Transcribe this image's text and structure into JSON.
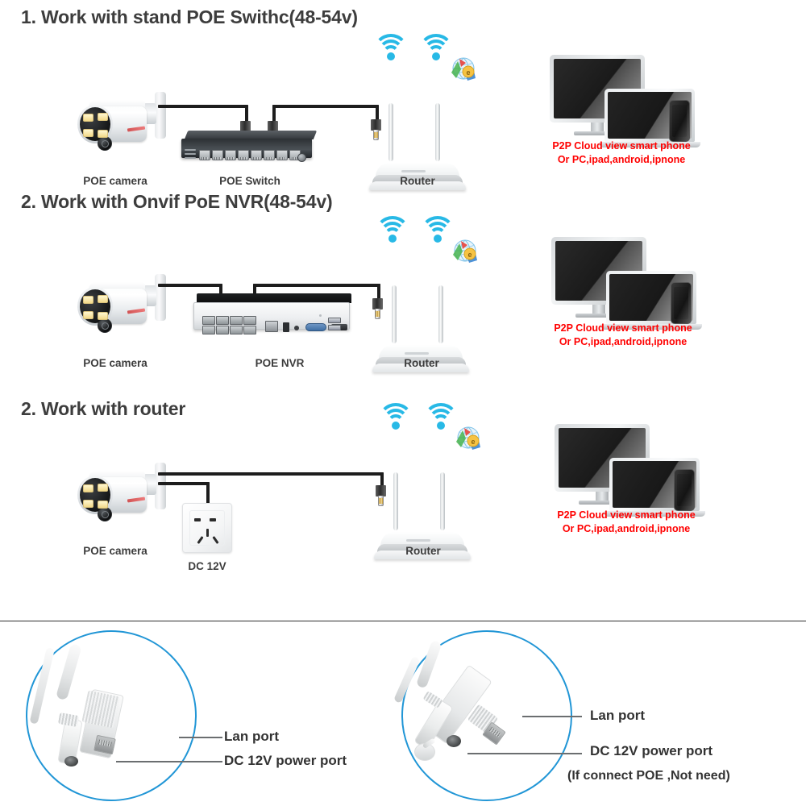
{
  "sections": [
    {
      "heading": "1. Work with stand POE Swithc(48-54v)",
      "labels": {
        "camera": "POE camera",
        "middle": "POE Switch",
        "router": "Router"
      },
      "cloud_text_line1": "P2P Cloud view smart phone",
      "cloud_text_line2": "Or PC,ipad,android,ipnone"
    },
    {
      "heading": "2. Work with Onvif PoE NVR(48-54v)",
      "labels": {
        "camera": "POE camera",
        "middle": "POE NVR",
        "router": "Router"
      },
      "cloud_text_line1": "P2P Cloud view smart phone",
      "cloud_text_line2": "Or PC,ipad,android,ipnone"
    },
    {
      "heading": "2. Work with router",
      "labels": {
        "camera": "POE camera",
        "middle": "DC 12V",
        "router": "Router"
      },
      "cloud_text_line1": "P2P Cloud view smart phone",
      "cloud_text_line2": "Or PC,ipad,android,ipnone"
    }
  ],
  "port_detail": {
    "left_panel": {
      "lan_label": "Lan port",
      "dc_label": "DC 12V power port"
    },
    "right_panel": {
      "lan_label": "Lan port",
      "dc_label": "DC 12V power port",
      "dc_note": "(If connect POE ,Not need)"
    }
  },
  "colors": {
    "heading": "#3d3d3d",
    "accent_red": "#ff0000",
    "wifi_cyan": "#28b9e6",
    "circle_blue": "#2196d6",
    "divider": "#2f2f2f"
  },
  "icons": {
    "wifi": "wifi-signal-icon",
    "globe": "internet-globe-icon"
  }
}
